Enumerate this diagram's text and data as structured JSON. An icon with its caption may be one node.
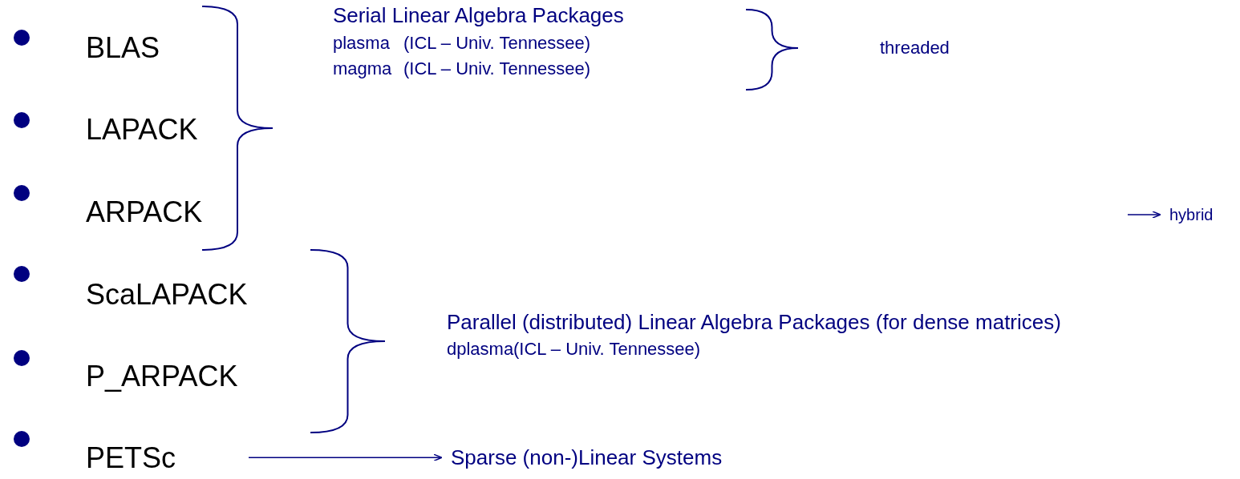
{
  "diagram": {
    "nodes": [
      {
        "text": [
          "PETSc"
        ]
      },
      {
        "text": [
          "Sparse (non-)Linear Systems"
        ]
      },
      {
        "text": [
          "hybrid"
        ]
      }
    ],
    "edges": [
      {
        "from": 0,
        "to": 1,
        "arrow": "to"
      },
      {
        "from": null,
        "to": 2,
        "arrow": "to"
      }
    ],
    "labels": [
      "BLAS",
      "Serial Linear Algebra Packages",
      "threaded",
      "LAPACK",
      "plasma",
      "(ICL – Univ. Tennessee)",
      "magma",
      "(ICL – Univ. Tennessee)",
      "ARPACK",
      "ScaLAPACK",
      "Parallel (distributed) Linear Algebra Packages (for dense matrices)",
      "dplasma",
      "(ICL – Univ. Tennessee)",
      "P_ARPACK"
    ]
  }
}
